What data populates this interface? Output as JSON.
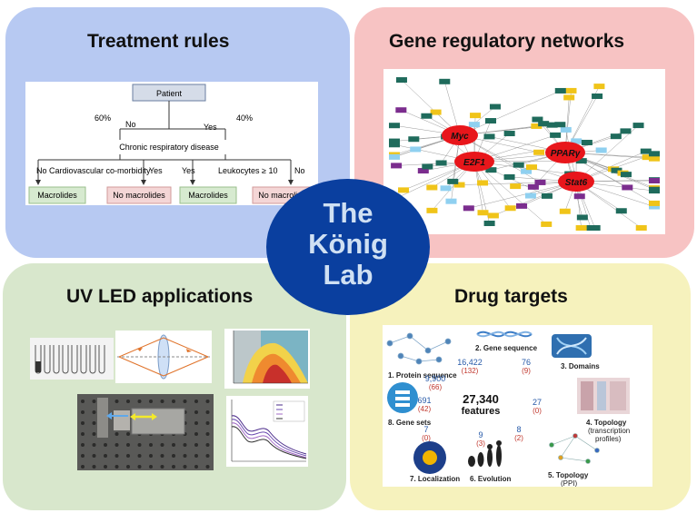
{
  "center": {
    "line1": "The",
    "line2": "König",
    "line3": "Lab"
  },
  "quadrants": {
    "treatment": {
      "title": "Treatment rules"
    },
    "gene": {
      "title": "Gene regulatory networks"
    },
    "uv": {
      "title": "UV LED applications"
    },
    "drug": {
      "title": "Drug targets"
    }
  },
  "tree": {
    "root": "Patient",
    "pct_left": "60%",
    "pct_right": "40%",
    "no": "No",
    "yes": "Yes",
    "node_mid": "Chronic respiratory disease",
    "node_left": "Cardiovascular co-morbidity",
    "node_right": "Leukocytes ≥ 10",
    "leaf_macrolides": "Macrolides",
    "leaf_no_macrolides": "No macrolides"
  },
  "network": {
    "hubs": [
      "Myc",
      "E2F1",
      "PPARγ",
      "Stat6"
    ]
  },
  "drug": {
    "center_value": "27,340",
    "center_unit": "features",
    "labels": [
      "1. Protein sequence",
      "2. Gene sequence",
      "3. Domains",
      "4. Topology",
      "(transcription",
      "profiles)",
      "5. Topology",
      "(PPI)",
      "6. Evolution",
      "7. Localization",
      "8. Gene sets"
    ],
    "counts": [
      {
        "value": "16,422",
        "sub": "(132)"
      },
      {
        "value": "76",
        "sub": "(9)"
      },
      {
        "value": "27",
        "sub": "(0)"
      },
      {
        "value": "8",
        "sub": "(2)"
      },
      {
        "value": "9",
        "sub": "(3)"
      },
      {
        "value": "7",
        "sub": "(0)"
      },
      {
        "value": "691",
        "sub": "(42)"
      },
      {
        "value": "9,900",
        "sub": "(66)"
      }
    ]
  },
  "colors": {
    "blue": "#b7c9f2",
    "pink": "#f7c3c3",
    "green": "#d8e7cc",
    "yellow": "#f6f2bd",
    "center": "#0a3f9f"
  }
}
